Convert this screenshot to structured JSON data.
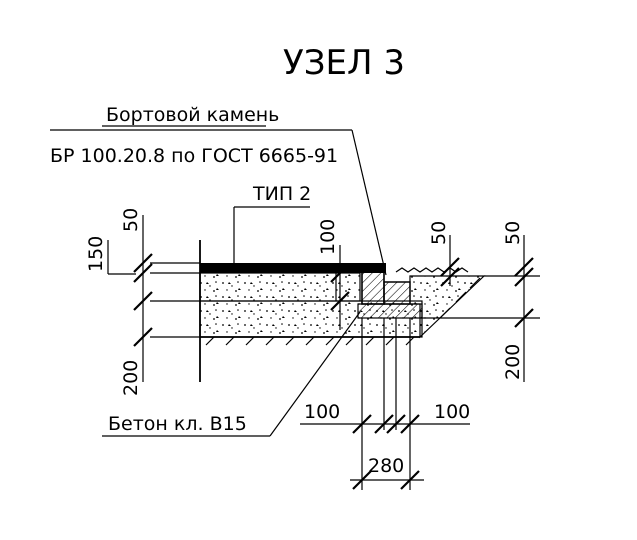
{
  "title": "УЗЕЛ 3",
  "labels": {
    "curb_line1": "Бортовой камень",
    "curb_line2": "БР 100.20.8 по ГОСТ 6665-91",
    "type": "ТИП 2",
    "concrete": "Бетон кл. В15"
  },
  "dims": {
    "left_50": "50",
    "left_150": "150",
    "left_200": "200",
    "mid_100": "100",
    "right_50a": "50",
    "right_50b": "50",
    "right_200": "200",
    "bottom_100a": "100",
    "bottom_100b": "100",
    "bottom_280": "280"
  },
  "colors": {
    "ink": "#000000",
    "background": "#ffffff"
  }
}
